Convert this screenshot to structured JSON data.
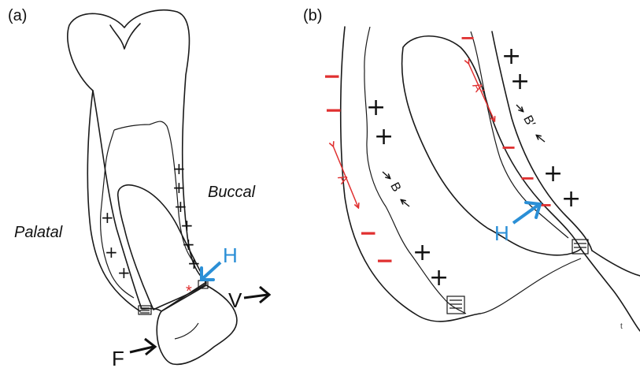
{
  "panels": {
    "a": {
      "label": "(a)"
    },
    "b": {
      "label": "(b)"
    }
  },
  "labels": {
    "palatal": "Palatal",
    "buccal": "Buccal",
    "h_a": "H",
    "h_b": "H",
    "v": "V",
    "f": "F",
    "a_red": "A",
    "a_prime": "A′",
    "b": "B",
    "b_prime": "B′",
    "asterisk": "*"
  },
  "signs": {
    "plus": "+",
    "minus": "−"
  },
  "colors": {
    "positive": "#111111",
    "negative": "#e03030",
    "hingeArrow": "#2b8fd6"
  }
}
